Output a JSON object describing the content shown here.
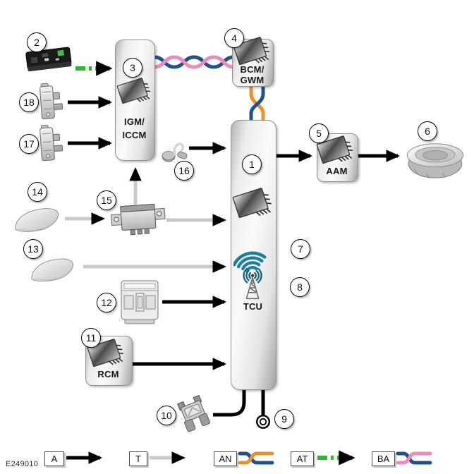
{
  "figure_id": "E249010",
  "modules": {
    "igm": {
      "line1": "IGM/",
      "line2": "ICCM"
    },
    "bcm": {
      "line1": "BCM/",
      "line2": "GWM"
    },
    "tcu": {
      "label": "TCU"
    },
    "aam": {
      "label": "AAM"
    },
    "rcm": {
      "label": "RCM"
    }
  },
  "callouts": {
    "1": "1",
    "2": "2",
    "3": "3",
    "4": "4",
    "5": "5",
    "6": "6",
    "7": "7",
    "8": "8",
    "9": "9",
    "10": "10",
    "11": "11",
    "12": "12",
    "13": "13",
    "14": "14",
    "15": "15",
    "16": "16",
    "17": "17",
    "18": "18"
  },
  "legend": {
    "items": [
      {
        "code": "A",
        "icon": "black-solid-arrow"
      },
      {
        "code": "T",
        "icon": "gray-solid-arrow"
      },
      {
        "code": "AN",
        "icon": "orange-blue-twisted-pair"
      },
      {
        "code": "AT",
        "icon": "green-dashed-arrow"
      },
      {
        "code": "BA",
        "icon": "blue-pink-twisted-pair"
      }
    ]
  },
  "colors": {
    "arrow_black": "#000000",
    "arrow_gray": "#c9c9c9",
    "green": "#2db82d",
    "orange": "#e8922e",
    "blue": "#20518a",
    "pink": "#ef8ab8",
    "signal_blue": "#1d7fa0"
  }
}
